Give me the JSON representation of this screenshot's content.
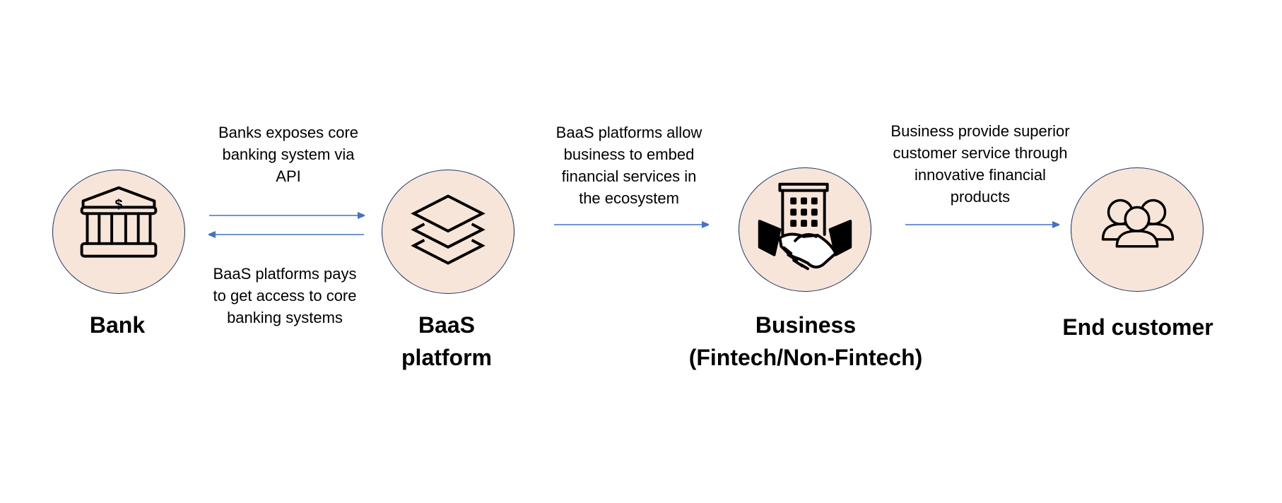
{
  "colors": {
    "node_fill": "#f8e5d9",
    "node_border": "#1f3864",
    "arrow": "#4472c4",
    "text": "#000000"
  },
  "nodes": [
    {
      "id": "bank",
      "label": "Bank",
      "icon": "bank-icon"
    },
    {
      "id": "baas",
      "label": "BaaS\nplatform",
      "icon": "layers-icon"
    },
    {
      "id": "business",
      "label": "Business\n(Fintech/Non-Fintech)",
      "icon": "business-handshake-icon"
    },
    {
      "id": "end_customer",
      "label": "End customer",
      "icon": "users-group-icon"
    }
  ],
  "edges": [
    {
      "from": "bank",
      "to": "baas",
      "direction": "forward",
      "text": "Banks exposes core\nbanking system via\nAPI"
    },
    {
      "from": "baas",
      "to": "bank",
      "direction": "backward",
      "text": "BaaS platforms pays\nto get access to core\nbanking systems"
    },
    {
      "from": "baas",
      "to": "business",
      "direction": "forward",
      "text": "BaaS platforms allow\nbusiness to embed\nfinancial services in\nthe ecosystem"
    },
    {
      "from": "business",
      "to": "end_customer",
      "direction": "forward",
      "text": "Business provide superior\ncustomer service through\ninnovative financial\nproducts"
    }
  ]
}
